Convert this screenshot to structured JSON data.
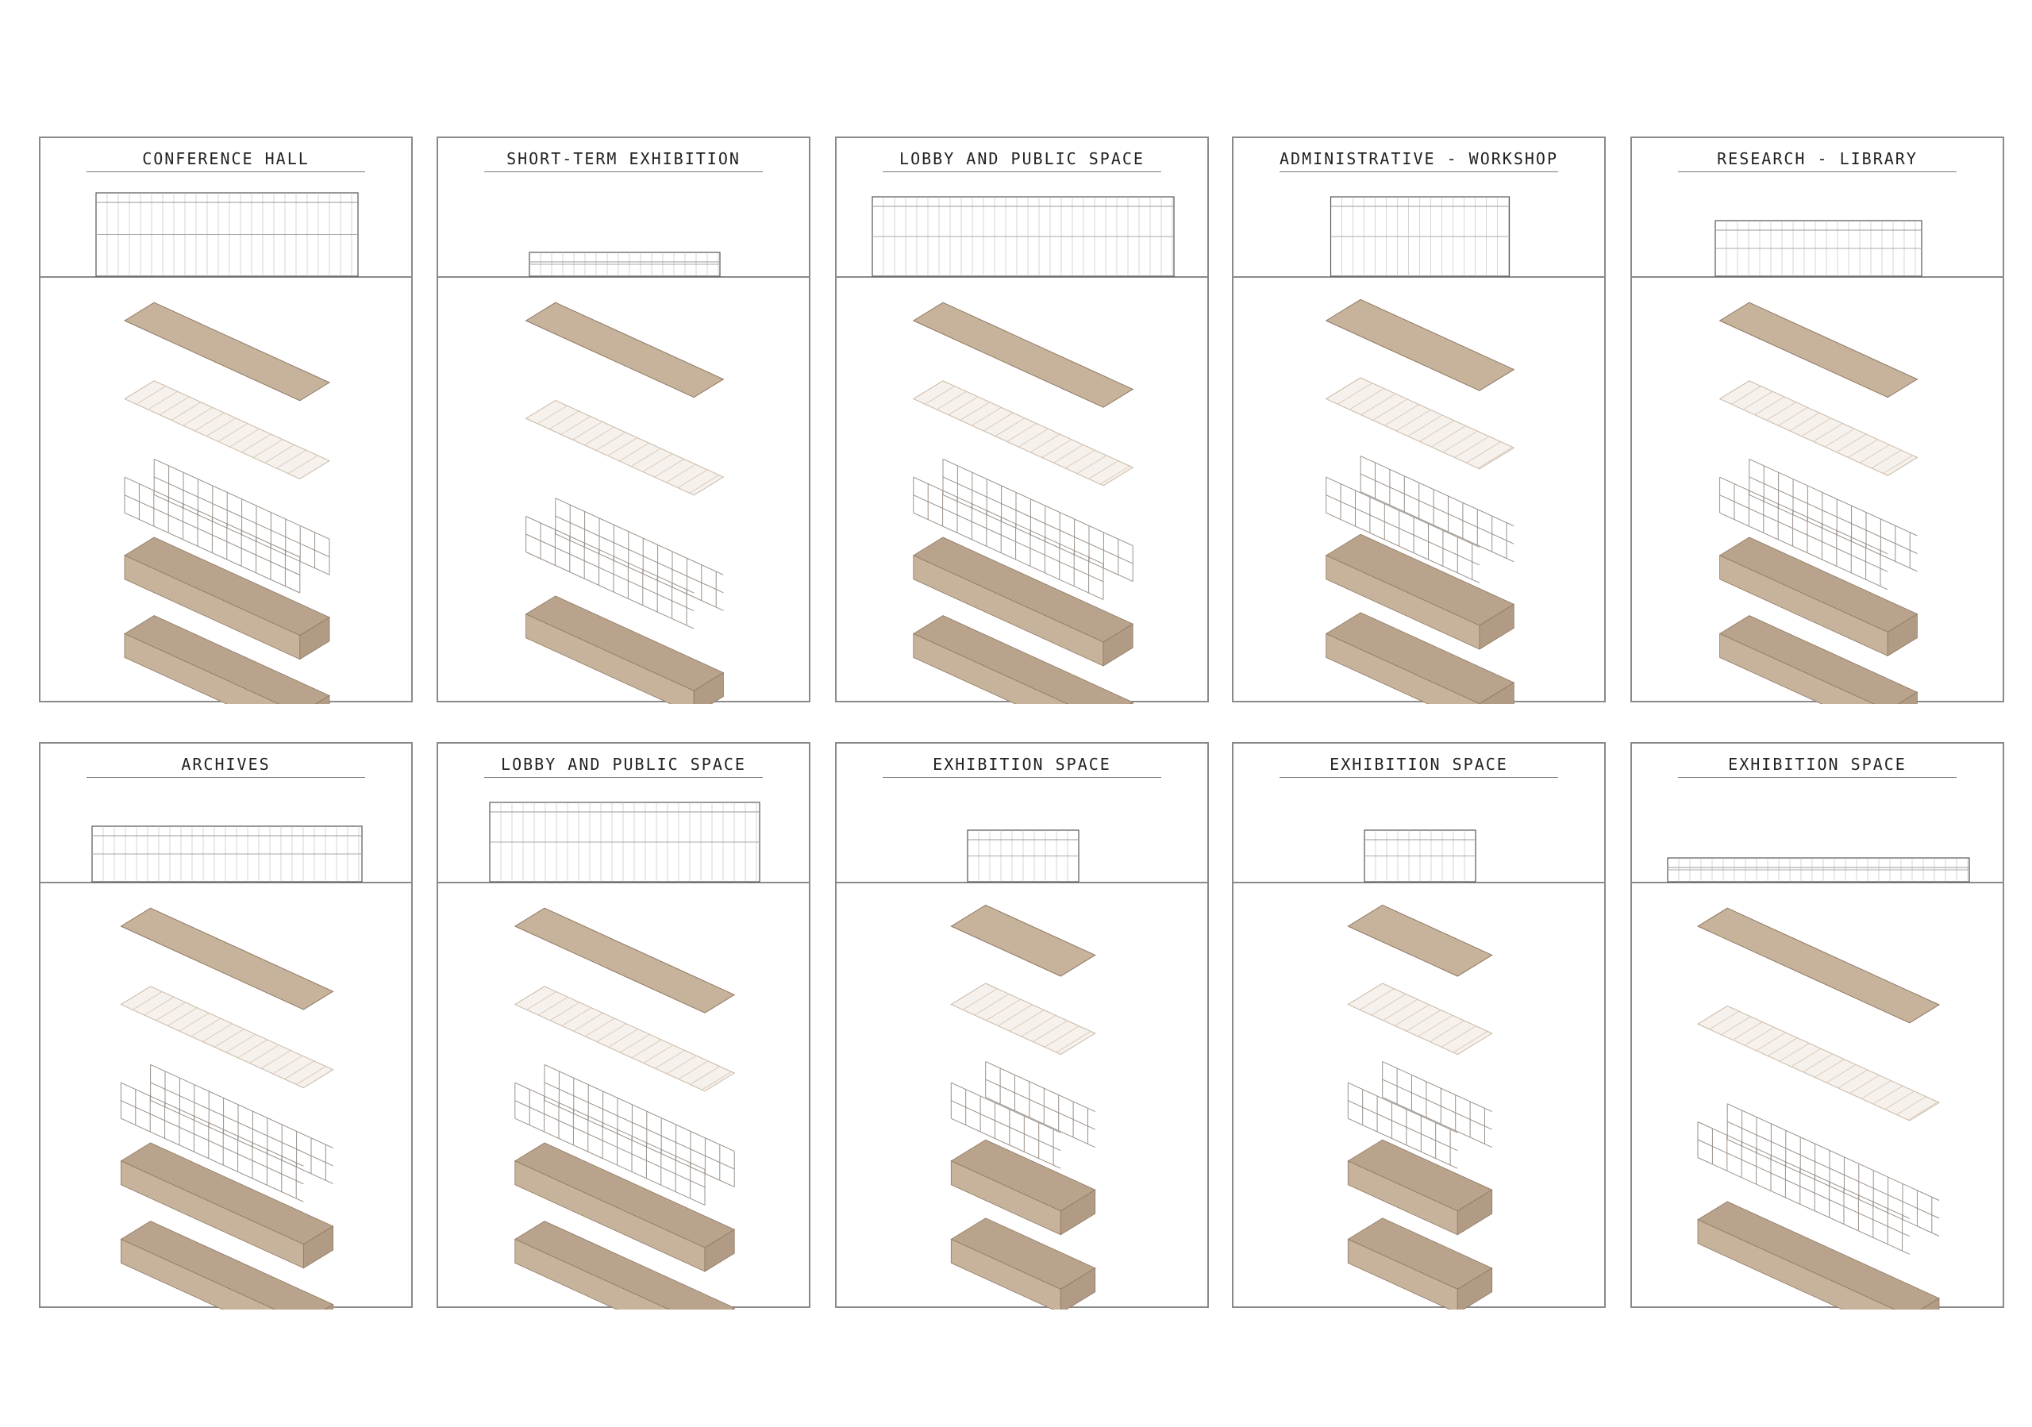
{
  "panels": [
    {
      "title": "CONFERENCE HALL"
    },
    {
      "title": "SHORT-TERM EXHIBITION"
    },
    {
      "title": "LOBBY AND PUBLIC SPACE"
    },
    {
      "title": "ADMINISTRATIVE - WORKSHOP"
    },
    {
      "title": "RESEARCH - LIBRARY"
    },
    {
      "title": "ARCHIVES"
    },
    {
      "title": "LOBBY AND PUBLIC SPACE"
    },
    {
      "title": "EXHIBITION SPACE"
    },
    {
      "title": "EXHIBITION SPACE"
    },
    {
      "title": "EXHIBITION SPACE"
    }
  ],
  "colors": {
    "wood": "#c7b29c",
    "wood_dark": "#8f7862",
    "frame": "#9a9089",
    "line": "#555555"
  }
}
